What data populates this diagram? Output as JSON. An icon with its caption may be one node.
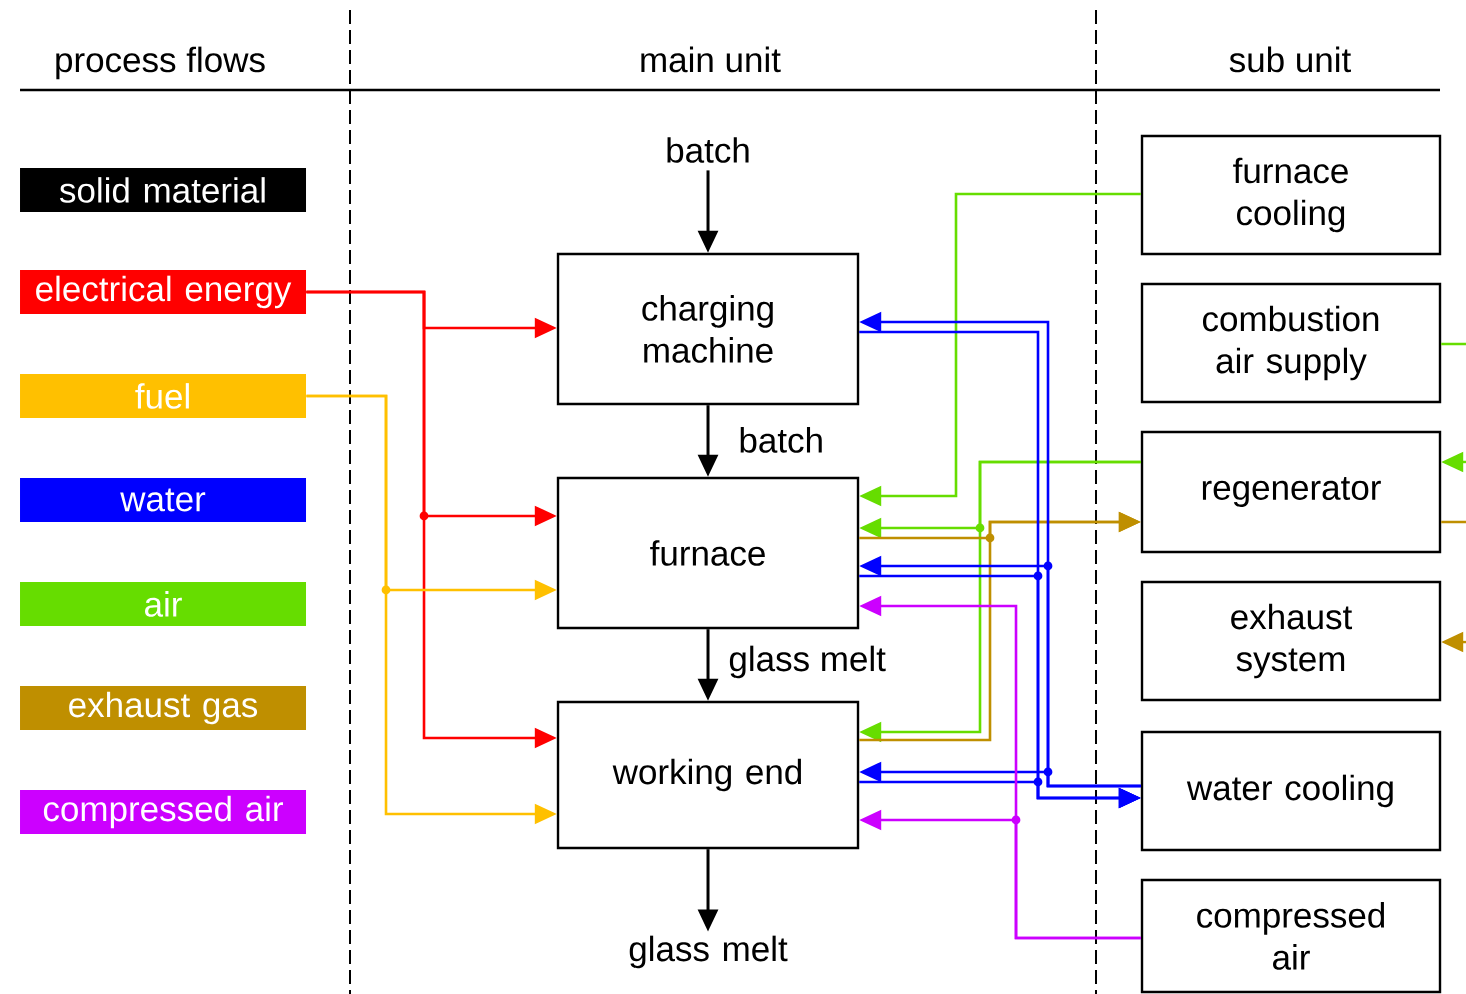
{
  "diagram": {
    "nodes": [
      {
        "text": [
          "solid material"
        ]
      },
      {
        "text": [
          "electrical energy"
        ]
      },
      {
        "text": [
          "fuel"
        ]
      },
      {
        "text": [
          "water"
        ]
      },
      {
        "text": [
          "air"
        ]
      },
      {
        "text": [
          "exhaust gas"
        ]
      },
      {
        "text": [
          "compressed air"
        ]
      },
      {
        "text": [
          "batch"
        ]
      },
      {
        "text": [
          "charging machine"
        ]
      },
      {
        "text": [
          "furnace"
        ]
      },
      {
        "text": [
          "working end"
        ]
      },
      {
        "text": [
          "glass melt"
        ]
      },
      {
        "text": [
          "furnace cooling"
        ]
      },
      {
        "text": [
          "combustion air supply"
        ]
      },
      {
        "text": [
          "regenerator"
        ]
      },
      {
        "text": [
          "exhaust system"
        ]
      },
      {
        "text": [
          "water cooling"
        ]
      },
      {
        "text": [
          "compressed air"
        ]
      }
    ],
    "edges": [
      {
        "from": 7,
        "to": 8,
        "arrow": "to",
        "color": "#000000"
      },
      {
        "from": 8,
        "to": 9,
        "arrow": "to",
        "label": "batch",
        "color": "#000000"
      },
      {
        "from": 9,
        "to": 10,
        "arrow": "to",
        "label": "glass melt",
        "color": "#000000"
      },
      {
        "from": 10,
        "to": 11,
        "arrow": "to",
        "color": "#000000"
      },
      {
        "from": 1,
        "to": 8,
        "arrow": "to",
        "color": "#ff0000"
      },
      {
        "from": 1,
        "to": 9,
        "arrow": "to",
        "color": "#ff0000"
      },
      {
        "from": 1,
        "to": 10,
        "arrow": "to",
        "color": "#ff0000"
      },
      {
        "from": 2,
        "to": 9,
        "arrow": "to",
        "color": "#ffc000"
      },
      {
        "from": 2,
        "to": 10,
        "arrow": "to",
        "color": "#ffc000"
      },
      {
        "from": 12,
        "to": 9,
        "arrow": "to",
        "color": "#66dd00"
      },
      {
        "from": 14,
        "to": 9,
        "arrow": "to",
        "color": "#66dd00"
      },
      {
        "from": 14,
        "to": 10,
        "arrow": "to",
        "color": "#66dd00"
      },
      {
        "from": 9,
        "to": 14,
        "arrow": "to",
        "color": "#bf8f00"
      },
      {
        "from": 10,
        "to": 14,
        "arrow": "to",
        "color": "#bf8f00"
      },
      {
        "from": 16,
        "to": 8,
        "arrow": "to",
        "color": "#0000ff"
      },
      {
        "from": 16,
        "to": 9,
        "arrow": "to",
        "color": "#0000ff"
      },
      {
        "from": 16,
        "to": 10,
        "arrow": "to",
        "color": "#0000ff"
      },
      {
        "from": 8,
        "to": 16,
        "arrow": "to",
        "color": "#0000ff"
      },
      {
        "from": 9,
        "to": 16,
        "arrow": "to",
        "color": "#0000ff"
      },
      {
        "from": 10,
        "to": 16,
        "arrow": "to",
        "color": "#0000ff"
      },
      {
        "from": 17,
        "to": 9,
        "arrow": "to",
        "color": "#cc00ff"
      },
      {
        "from": 17,
        "to": 10,
        "arrow": "to",
        "color": "#cc00ff"
      },
      {
        "from": 13,
        "to": null,
        "arrow": "none",
        "color": "#66dd00"
      },
      {
        "from": null,
        "to": 14,
        "arrow": "to",
        "color": "#66dd00"
      },
      {
        "from": 14,
        "to": null,
        "arrow": "none",
        "color": "#bf8f00"
      },
      {
        "from": null,
        "to": 15,
        "arrow": "to",
        "color": "#bf8f00"
      }
    ],
    "labels": [
      "process flows",
      "main unit",
      "sub unit"
    ]
  }
}
